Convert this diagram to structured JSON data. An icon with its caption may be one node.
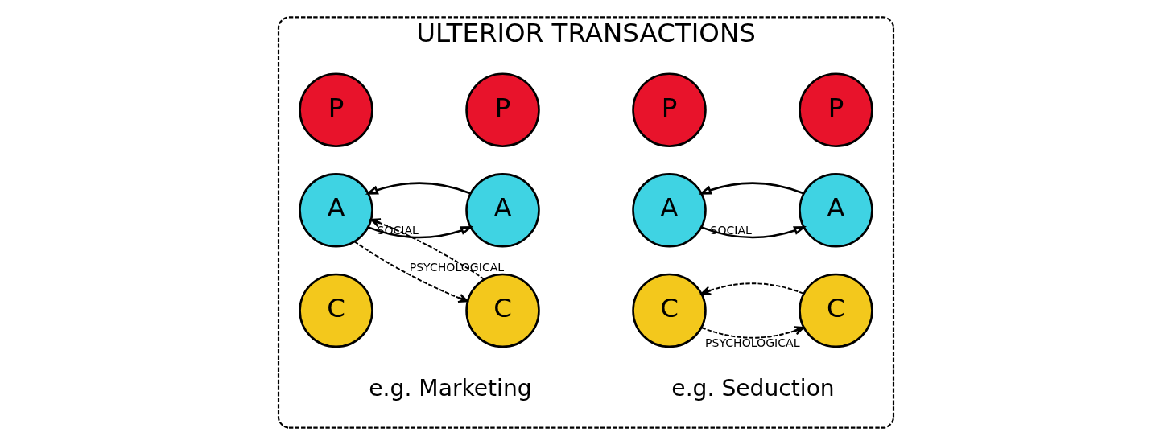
{
  "diagram": {
    "nodes": [
      {
        "text": [
          "ULTERIOR TRANSACTIONS"
        ]
      },
      {
        "text": [
          "P"
        ],
        "in": 0
      },
      {
        "text": [
          "A"
        ],
        "in": 0
      },
      {
        "text": [
          "C"
        ],
        "in": 0
      },
      {
        "text": [
          "P"
        ],
        "in": 0
      },
      {
        "text": [
          "A"
        ],
        "in": 0
      },
      {
        "text": [
          "C"
        ],
        "in": 0
      },
      {
        "text": [
          "P"
        ],
        "in": 0
      },
      {
        "text": [
          "A"
        ],
        "in": 0
      },
      {
        "text": [
          "C"
        ],
        "in": 0
      },
      {
        "text": [
          "P"
        ],
        "in": 0
      },
      {
        "text": [
          "A"
        ],
        "in": 0
      },
      {
        "text": [
          "C"
        ],
        "in": 0
      }
    ],
    "edges": [
      {
        "from": 2,
        "to": 5,
        "arrow": "to",
        "label": "SOCIAL"
      },
      {
        "from": 5,
        "to": 2,
        "arrow": "to"
      },
      {
        "from": 2,
        "to": 6,
        "arrow": "to",
        "label": "PSYCHOLOGICAL",
        "style": "dashed"
      },
      {
        "from": 6,
        "to": 2,
        "arrow": "to",
        "style": "dashed"
      },
      {
        "from": 8,
        "to": 11,
        "arrow": "to",
        "label": "SOCIAL"
      },
      {
        "from": 11,
        "to": 8,
        "arrow": "to"
      },
      {
        "from": 9,
        "to": 12,
        "arrow": "to",
        "label": "PSYCHOLOGICAL",
        "style": "dashed"
      },
      {
        "from": 12,
        "to": 9,
        "arrow": "to",
        "style": "dashed"
      }
    ],
    "labels": [
      "e.g. Marketing",
      "e.g. Seduction"
    ]
  }
}
